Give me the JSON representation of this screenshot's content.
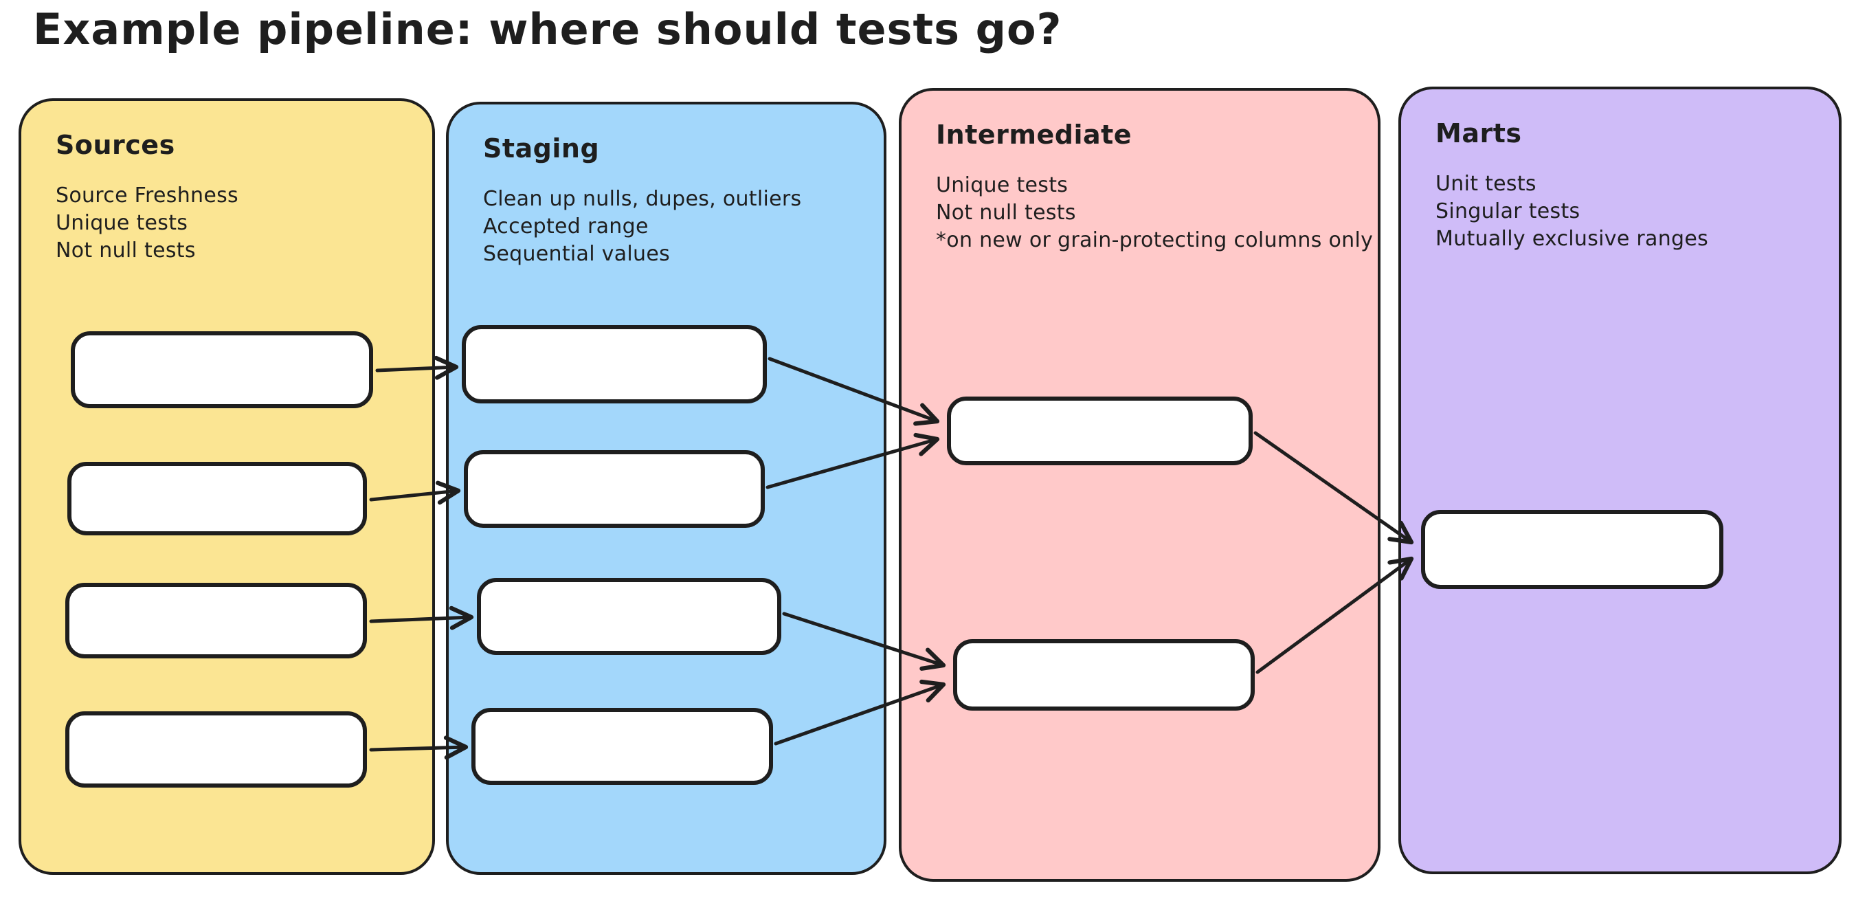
{
  "title": "Example pipeline: where should tests go?",
  "colors": {
    "stroke": "#1e1e1e",
    "canvas": "#ffffff",
    "node-fill": "#ffffff",
    "sources-bg": "#fbe593",
    "staging-bg": "#a3d7fb",
    "intermediate-bg": "#ffc9c9",
    "marts-bg": "#cfbcf8"
  },
  "columns": [
    {
      "label": "Sources",
      "notes": [
        "Source Freshness",
        "Unique tests",
        "Not null tests"
      ]
    },
    {
      "label": "Staging",
      "notes": [
        "Clean up nulls, dupes, outliers",
        "Accepted range",
        "Sequential values"
      ]
    },
    {
      "label": "Intermediate",
      "notes": [
        "Unique tests",
        "Not null tests",
        "*on new or grain-protecting columns only"
      ]
    },
    {
      "label": "Marts",
      "notes": [
        "Unit tests",
        "Singular tests",
        "Mutually exclusive ranges"
      ]
    }
  ]
}
